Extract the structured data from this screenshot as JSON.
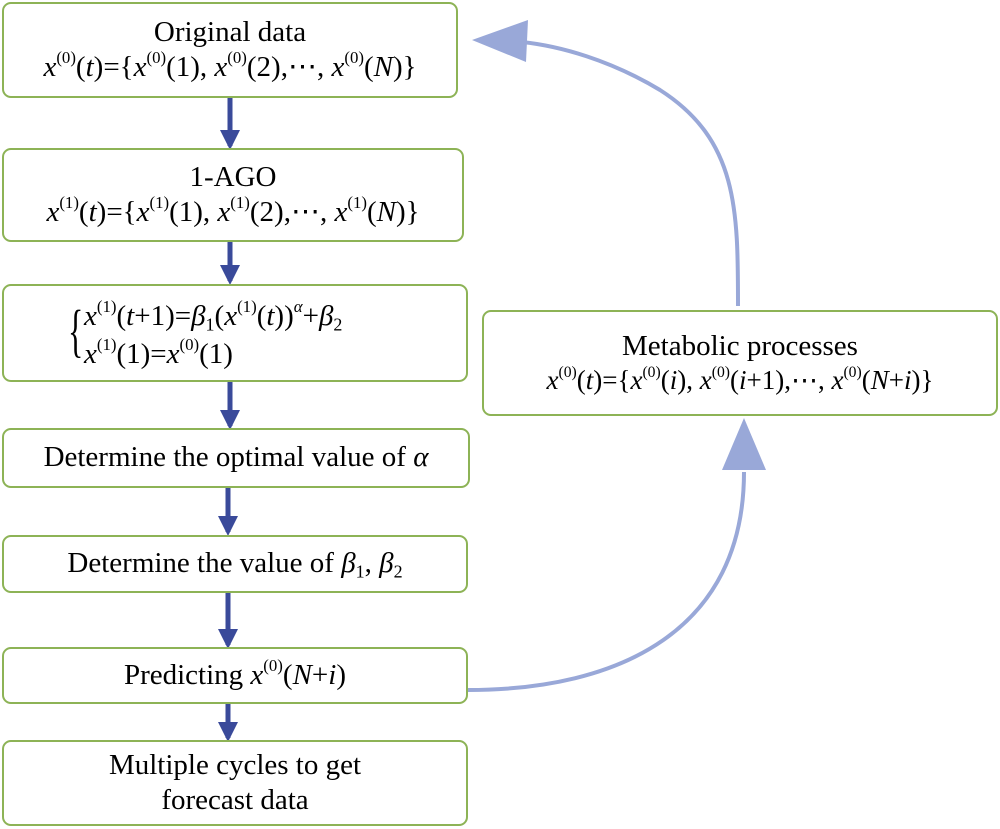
{
  "nodes": {
    "original": {
      "title": "Original data",
      "eq": {
        "x": "x",
        "t": "t",
        "n": "N",
        "open": "(",
        "eq": ")={",
        "c1": "(1), ",
        "c2": "(2),⋯, ",
        "close": ")}",
        "sup": "(0)"
      }
    },
    "ago": {
      "title": "1-AGO",
      "eq": {
        "x": "x",
        "t": "t",
        "n": "N",
        "open": "(",
        "eq": ")={",
        "c1": "(1), ",
        "c2": "(2),⋯, ",
        "close": ")}",
        "sup": "(1)"
      }
    },
    "model": {
      "brace": "{",
      "line1": {
        "x": "x",
        "sup1": "(1)",
        "a": "(",
        "t": "t",
        "b": "+1)=",
        "beta": "β",
        "sub1": "1",
        "c": "(",
        "x2": "x",
        "sup2": "(1)",
        "d": "(",
        "t2": "t",
        "e": "))",
        "alpha": "α",
        "f": "+",
        "beta2": "β",
        "sub2": "2"
      },
      "line2": {
        "x": "x",
        "sup1": "(1)",
        "a": "(1)=",
        "x2": "x",
        "sup2": "(0)",
        "b": "(1)"
      }
    },
    "alpha": {
      "text": "Determine the optimal value of ",
      "sym": "α"
    },
    "beta": {
      "text": "Determine the value of ",
      "b1": "β",
      "s1": "1",
      "comma": ", ",
      "b2": "β",
      "s2": "2"
    },
    "predict": {
      "text": "Predicting ",
      "x": "x",
      "sup": "(0)",
      "open": "(",
      "n": "N",
      "plus": "+",
      "i": "i",
      "close": ")"
    },
    "multiple": {
      "line1": "Multiple cycles to get",
      "line2": "forecast data"
    },
    "metabolic": {
      "title": "Metabolic processes",
      "eq": {
        "x": "x",
        "sup": "(0)",
        "a": "(",
        "t": "t",
        "b": ")={",
        "x1": "x",
        "s1": "(0)",
        "c": "(",
        "i1": "i",
        "d": "), ",
        "x2": "x",
        "s2": "(0)",
        "e": "(",
        "i2": "i",
        "f": "+1),⋯, ",
        "x3": "x",
        "s3": "(0)",
        "g": "(",
        "n": "N",
        "h": "+",
        "i3": "i",
        "k": ")}"
      }
    }
  },
  "colors": {
    "box_border": "#8db356",
    "arrow_dark": "#3a4a9a",
    "arrow_light": "#99a8d8"
  }
}
